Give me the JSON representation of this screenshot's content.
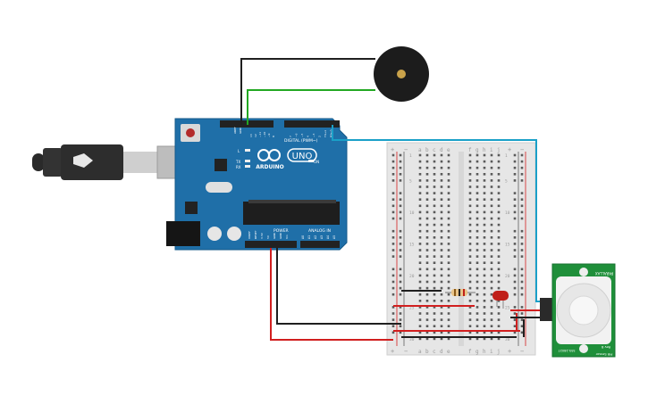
{
  "arduino": {
    "brand": "ARDUINO",
    "model": "UNO",
    "on_label": "ON",
    "tx_label": "TX",
    "rx_label": "RX",
    "l_label": "L",
    "digital_label": "DIGITAL (PWM~)",
    "analog_label": "ANALOG IN",
    "power_label": "POWER",
    "aref_label": "AREF",
    "gnd_label": "GND",
    "digital_pins": [
      "13",
      "12",
      "~11",
      "~10",
      "~9",
      "8",
      "7",
      "~6",
      "~5",
      "4",
      "~3",
      "2",
      "TX→1",
      "RX←0"
    ],
    "power_pins": [
      "IOREF",
      "RESET",
      "3.3V",
      "5V",
      "GND",
      "GND",
      "Vin"
    ],
    "analog_pins": [
      "A0",
      "A1",
      "A2",
      "A3",
      "A4",
      "A5"
    ]
  },
  "breadboard": {
    "columns_left": [
      "a",
      "b",
      "c",
      "d",
      "e"
    ],
    "columns_right": [
      "f",
      "g",
      "h",
      "i",
      "j"
    ],
    "row_numbers": [
      "1",
      "",
      "",
      "",
      "5",
      "",
      "",
      "",
      "",
      "10",
      "",
      "",
      "",
      "",
      "15",
      "",
      "",
      "",
      "",
      "20",
      "",
      "",
      "",
      "",
      "25",
      "",
      "",
      "",
      "",
      "30"
    ],
    "plus": "+",
    "minus": "−"
  },
  "pir_sensor": {
    "label_top": "PARALLAX",
    "label_bottom": "PIR Sensor",
    "part": "555-28027",
    "rev": "Rev B"
  },
  "colors": {
    "board": "#1f6fa8",
    "wire_black": "#1f1f1f",
    "wire_red": "#d11f1f",
    "wire_green": "#22a822",
    "wire_blue": "#1aa0c8",
    "pir_green": "#1f8f3a",
    "led_red": "#c0201a"
  }
}
